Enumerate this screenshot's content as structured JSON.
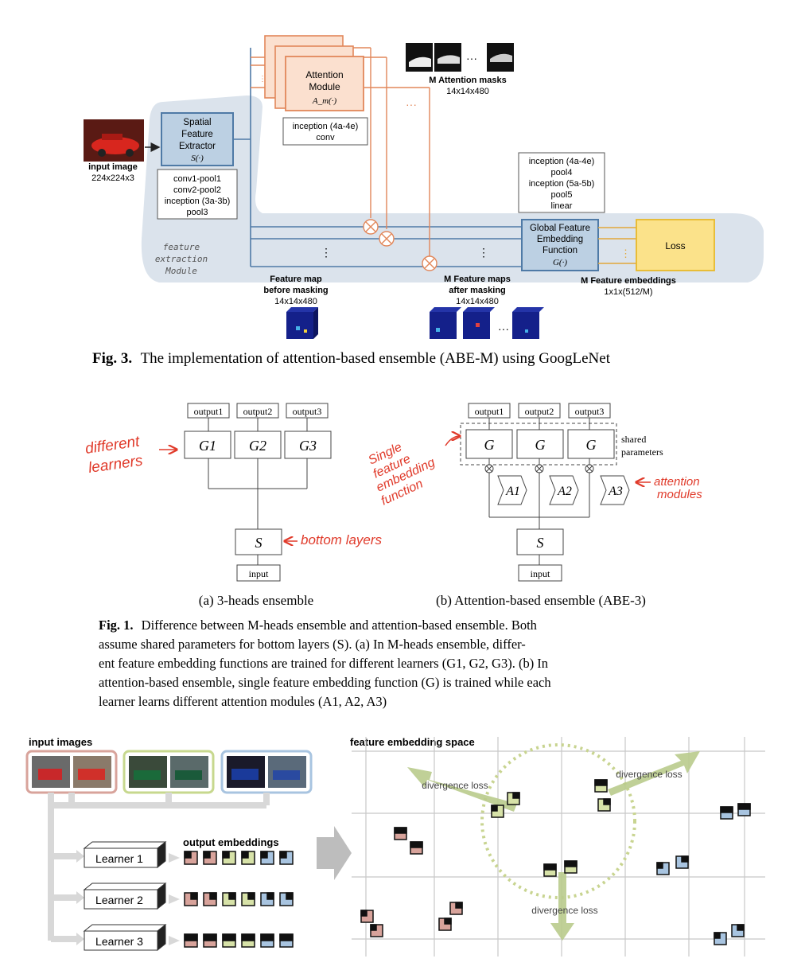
{
  "fig3": {
    "input_image_label": "input image",
    "input_image_size": "224x224x3",
    "spatial_extractor": [
      "Spatial",
      "Feature",
      "Extractor",
      "S(·)"
    ],
    "spatial_layers": [
      "conv1-pool1",
      "conv2-pool2",
      "inception (3a-3b)",
      "pool3"
    ],
    "attention_module": [
      "Attention",
      "Module",
      "A_m(·)"
    ],
    "attention_layers": [
      "inception (4a-4e)",
      "conv"
    ],
    "attention_masks_title": "M Attention masks",
    "attention_masks_size": "14x14x480",
    "global_layers": [
      "inception (4a-4e)",
      "pool4",
      "inception (5a-5b)",
      "pool5",
      "linear"
    ],
    "global_function": [
      "Global Feature",
      "Embedding",
      "Function",
      "G(·)"
    ],
    "loss": "Loss",
    "feature_extraction_module": [
      "feature",
      "extraction",
      "Module"
    ],
    "before_masking_title": [
      "Feature map",
      "before masking"
    ],
    "before_masking_size": "14x14x480",
    "after_masking_title": [
      "M Feature maps",
      "after masking"
    ],
    "after_masking_size": "14x14x480",
    "embeddings_title": "M Feature embeddings",
    "embeddings_size": "1x1x(512/M)",
    "caption_label": "Fig. 3.",
    "caption_text": "The implementation of attention-based ensemble (ABE-M) using GoogLeNet"
  },
  "fig1": {
    "a_outputs": [
      "output1",
      "output2",
      "output3"
    ],
    "a_learners": [
      "G1",
      "G2",
      "G3"
    ],
    "a_bottom": "S",
    "a_input": "input",
    "a_caption": "(a) 3-heads ensemble",
    "b_outputs": [
      "output1",
      "output2",
      "output3"
    ],
    "b_learner": "G",
    "b_shared": [
      "shared",
      "parameters"
    ],
    "b_attention": [
      "A1",
      "A2",
      "A3"
    ],
    "b_bottom": "S",
    "b_input": "input",
    "b_caption": "(b) Attention-based ensemble (ABE-3)",
    "annotations": {
      "different_learners": [
        "different",
        "learners"
      ],
      "single_function": [
        "Single",
        "feature",
        "embedding",
        "function"
      ],
      "bottom_layers": "bottom layers",
      "attention_modules": [
        "attention",
        "modules"
      ]
    },
    "caption_label": "Fig. 1.",
    "caption_lines": [
      "Difference between M-heads ensemble and attention-based ensemble. Both",
      "assume shared parameters for bottom layers (S). (a) In M-heads ensemble, differ-",
      "ent feature embedding functions are trained for different learners (G1, G2, G3). (b) In",
      "attention-based ensemble, single feature embedding function (G) is trained while each",
      "learner learns different attention modules (A1, A2, A3)"
    ]
  },
  "fig_bottom": {
    "input_images_title": "input images",
    "output_embeddings_title": "output embeddings",
    "learners": [
      "Learner 1",
      "Learner 2",
      "Learner 3"
    ],
    "space_title": "feature embedding space",
    "divergence_losses": [
      "divergence loss",
      "divergence loss",
      "divergence loss"
    ]
  },
  "colors": {
    "red_group": "#d8a39b",
    "green_group": "#d7e2a8",
    "blue_group": "#a8c4e0",
    "orange": "#e2875a",
    "loss_fill": "#fbe28a",
    "module_bg": "#dde5ee",
    "annotation_red": "#e03a2a"
  }
}
